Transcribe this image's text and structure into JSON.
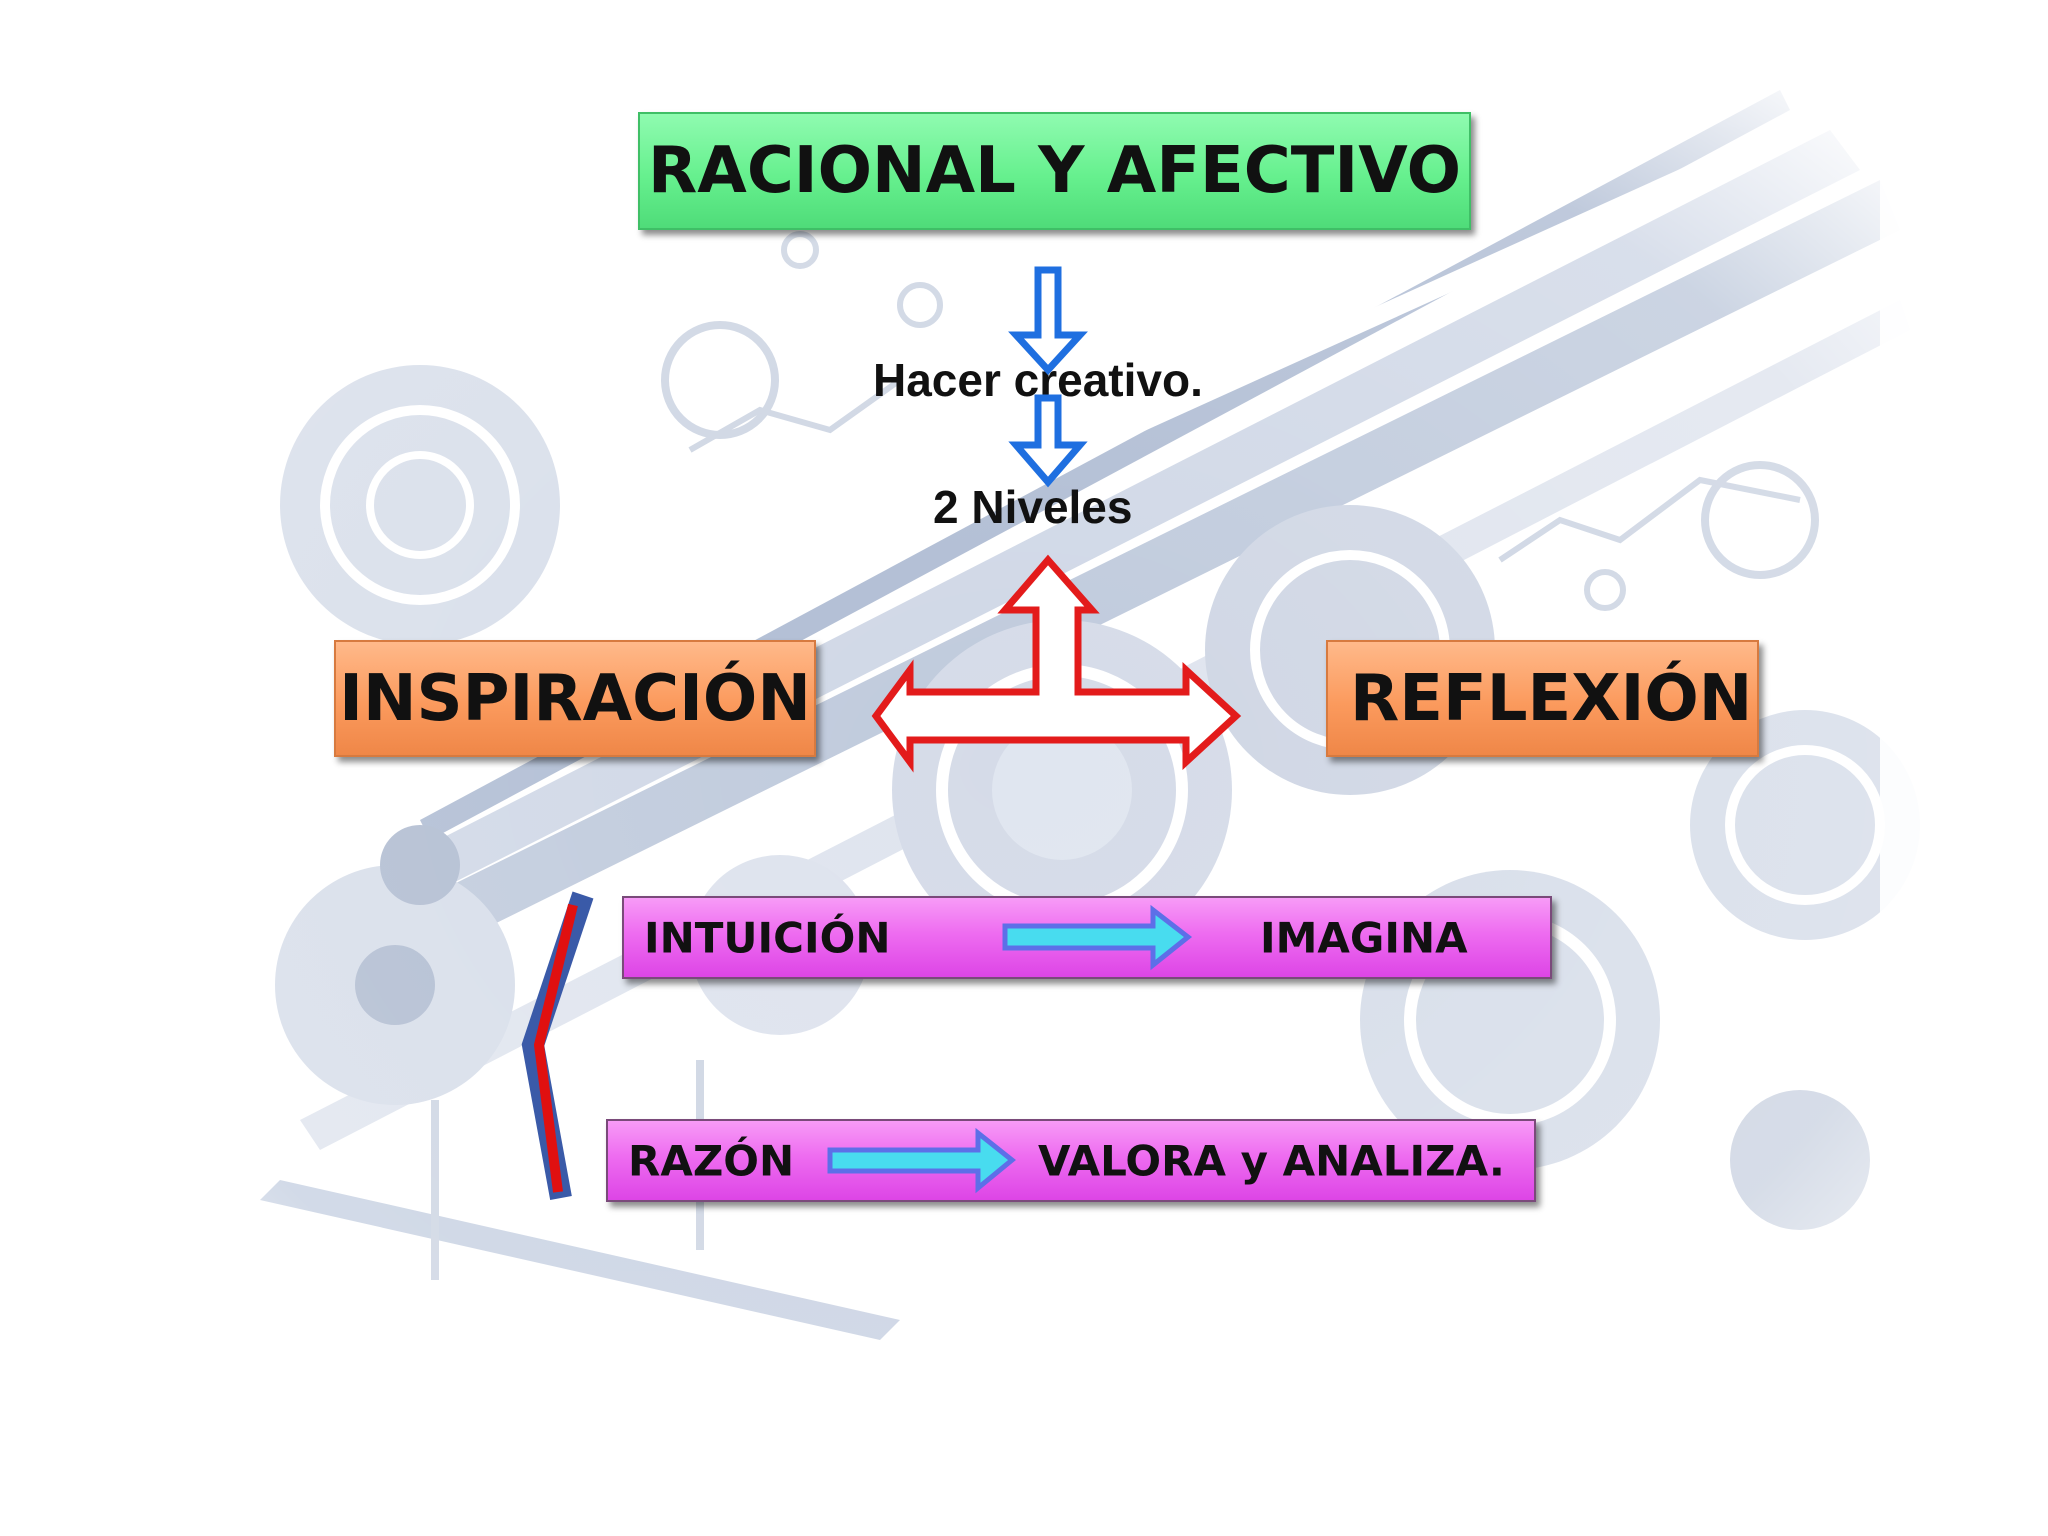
{
  "title": "RACIONAL Y AFECTIVO",
  "step1": "Hacer creativo.",
  "step2": "2 Niveles",
  "left_box": "INSPIRACIÓN",
  "right_box": "REFLEXIÓN",
  "rows": [
    {
      "left": "INTUICIÓN",
      "right": "IMAGINA"
    },
    {
      "left": "RAZÓN",
      "right": "VALORA  y ANALIZA."
    }
  ],
  "colors": {
    "title_fill": "#66f08e",
    "level_fill": "#fb9a5d",
    "row_fill": "#ee6cf0",
    "down_arrow": "#1f6fe0",
    "t_arrow": "#e31b1b",
    "row_arrow": "#48dcef",
    "bracket_red": "#e01010",
    "bracket_blue": "#3a5aa8"
  },
  "icons": [
    "down-arrow-icon",
    "t-arrow-icon",
    "right-arrow-icon",
    "bracket-icon"
  ]
}
